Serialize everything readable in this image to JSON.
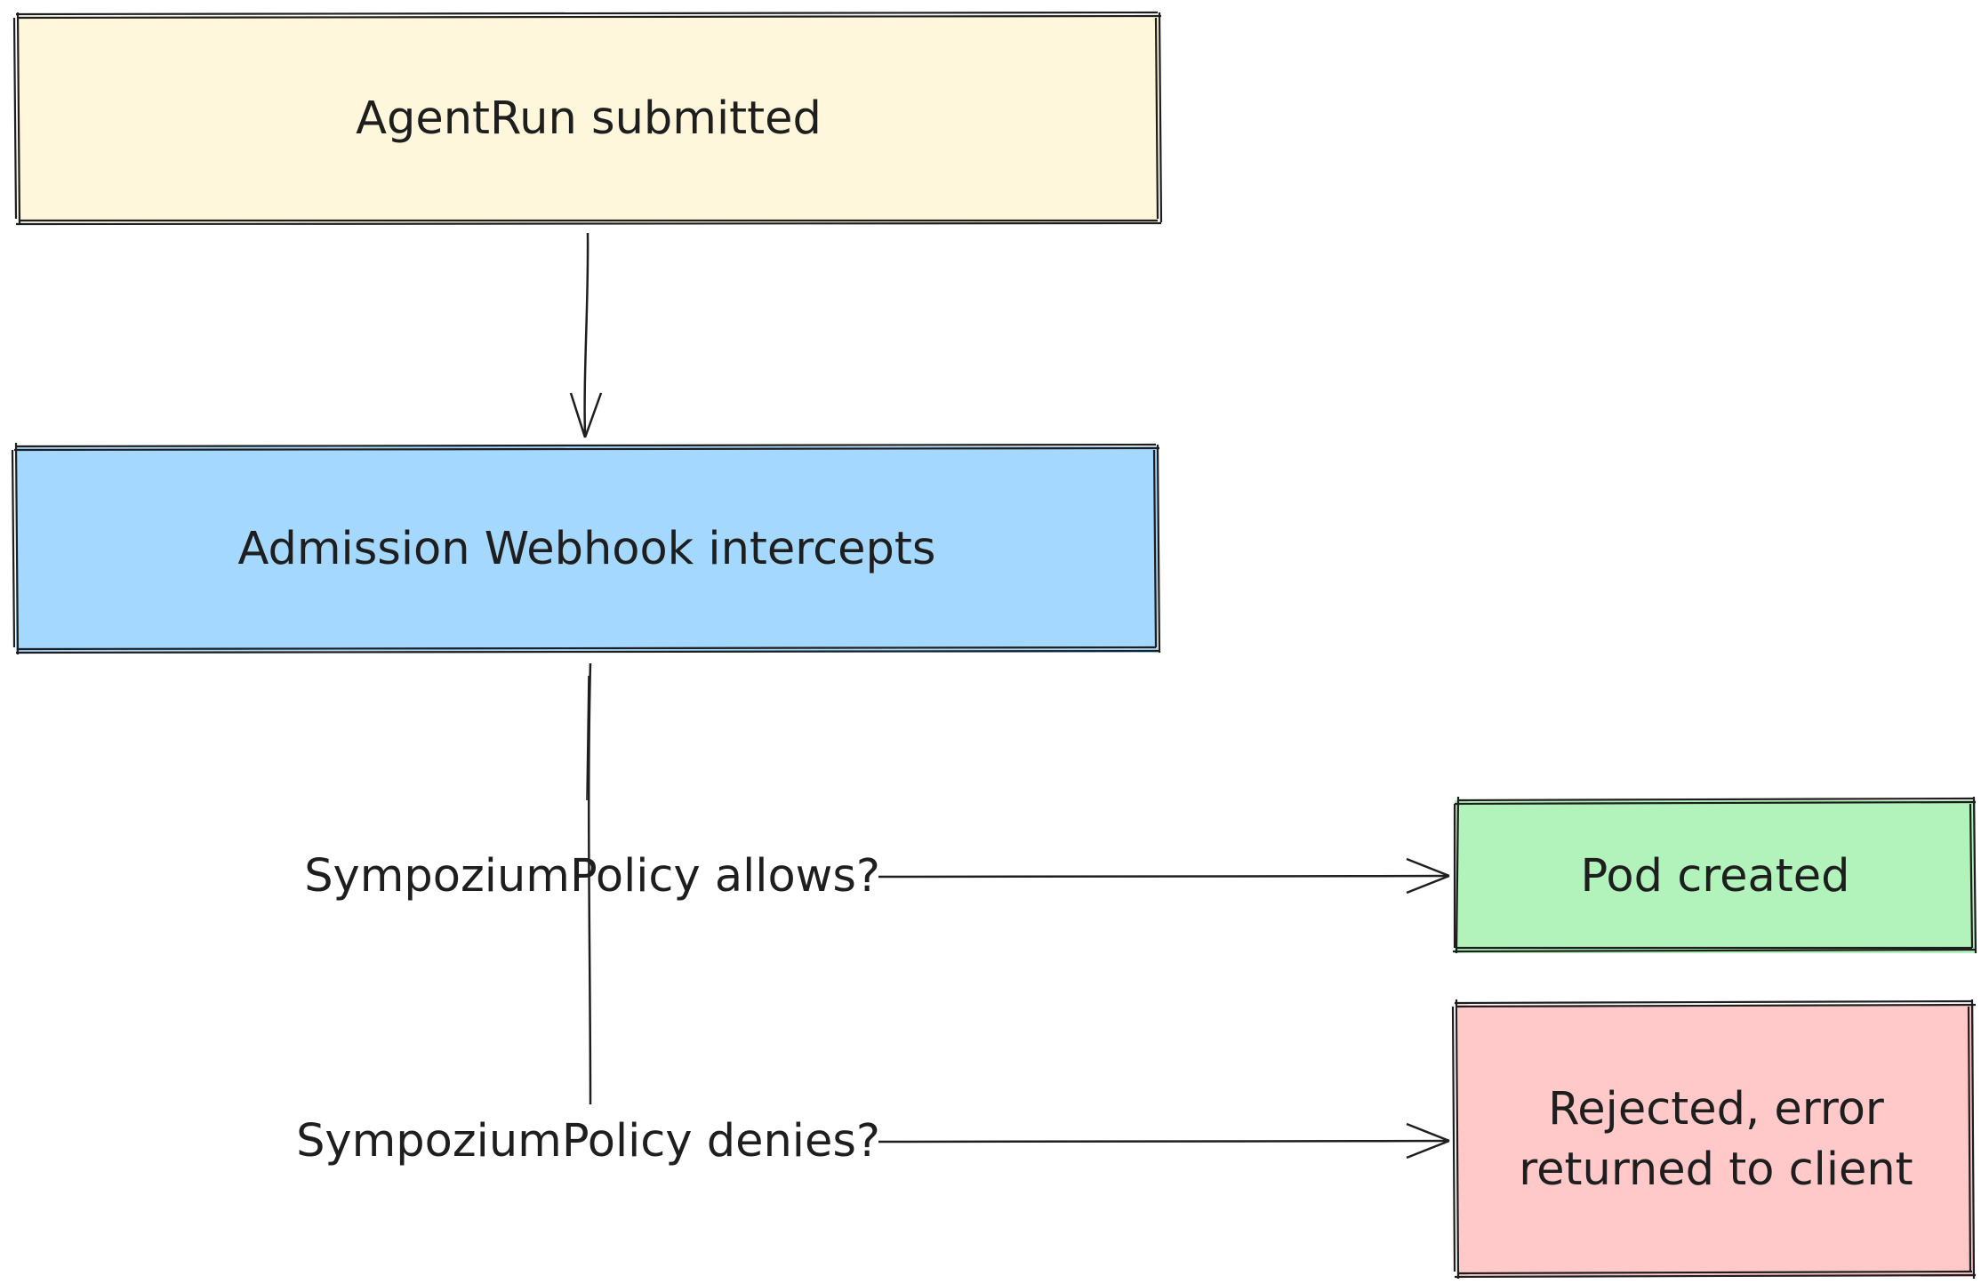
{
  "nodes": {
    "submitted": {
      "label": "AgentRun submitted",
      "fill": "#fff7dc"
    },
    "webhook": {
      "label": "Admission Webhook intercepts",
      "fill": "#a5d8ff"
    },
    "pod": {
      "label": "Pod created",
      "fill": "#b2f2bb"
    },
    "rejected": {
      "line1": "Rejected, error",
      "line2": "returned to client",
      "fill": "#ffc9c9"
    }
  },
  "edges": {
    "allows": "SympoziumPolicy allows?",
    "denies": "SympoziumPolicy denies?"
  },
  "colors": {
    "stroke": "#1e1e1e",
    "text": "#1e1e1e"
  }
}
